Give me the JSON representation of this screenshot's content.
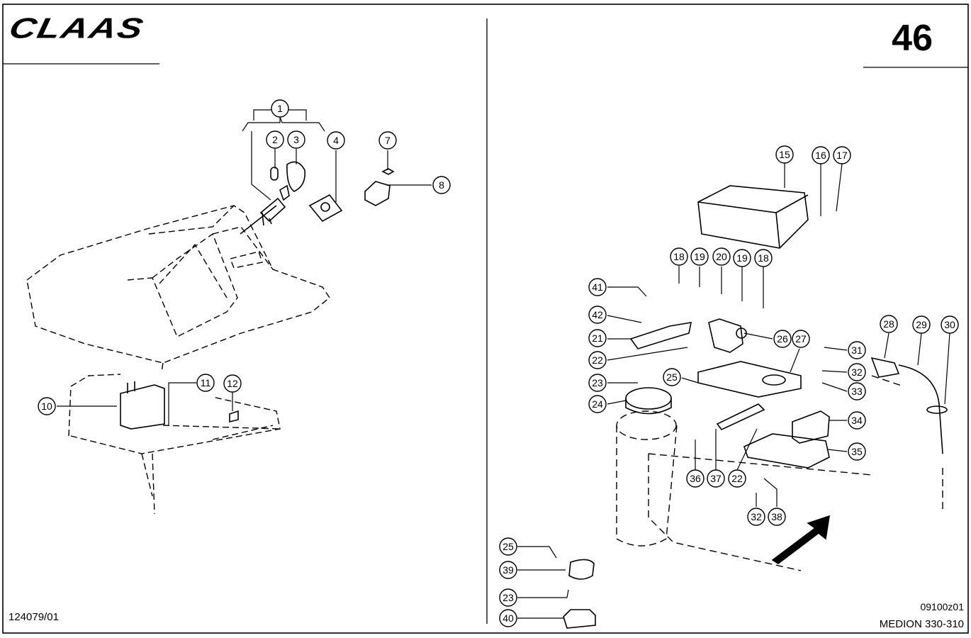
{
  "header": {
    "brand": "CLAAS",
    "page_number": "46"
  },
  "footer": {
    "left_code": "124079/01",
    "drawing_code": "09100z01",
    "model": "MEDION 330-310"
  },
  "callouts": [
    "1",
    "2",
    "3",
    "4",
    "7",
    "8",
    "10",
    "11",
    "12",
    "15",
    "16",
    "17",
    "18",
    "19",
    "20",
    "19",
    "18",
    "41",
    "42",
    "21",
    "22",
    "26",
    "27",
    "28",
    "29",
    "30",
    "31",
    "32",
    "33",
    "25",
    "23",
    "24",
    "34",
    "35",
    "36",
    "37",
    "22",
    "32",
    "38",
    "25",
    "39",
    "23",
    "40"
  ]
}
